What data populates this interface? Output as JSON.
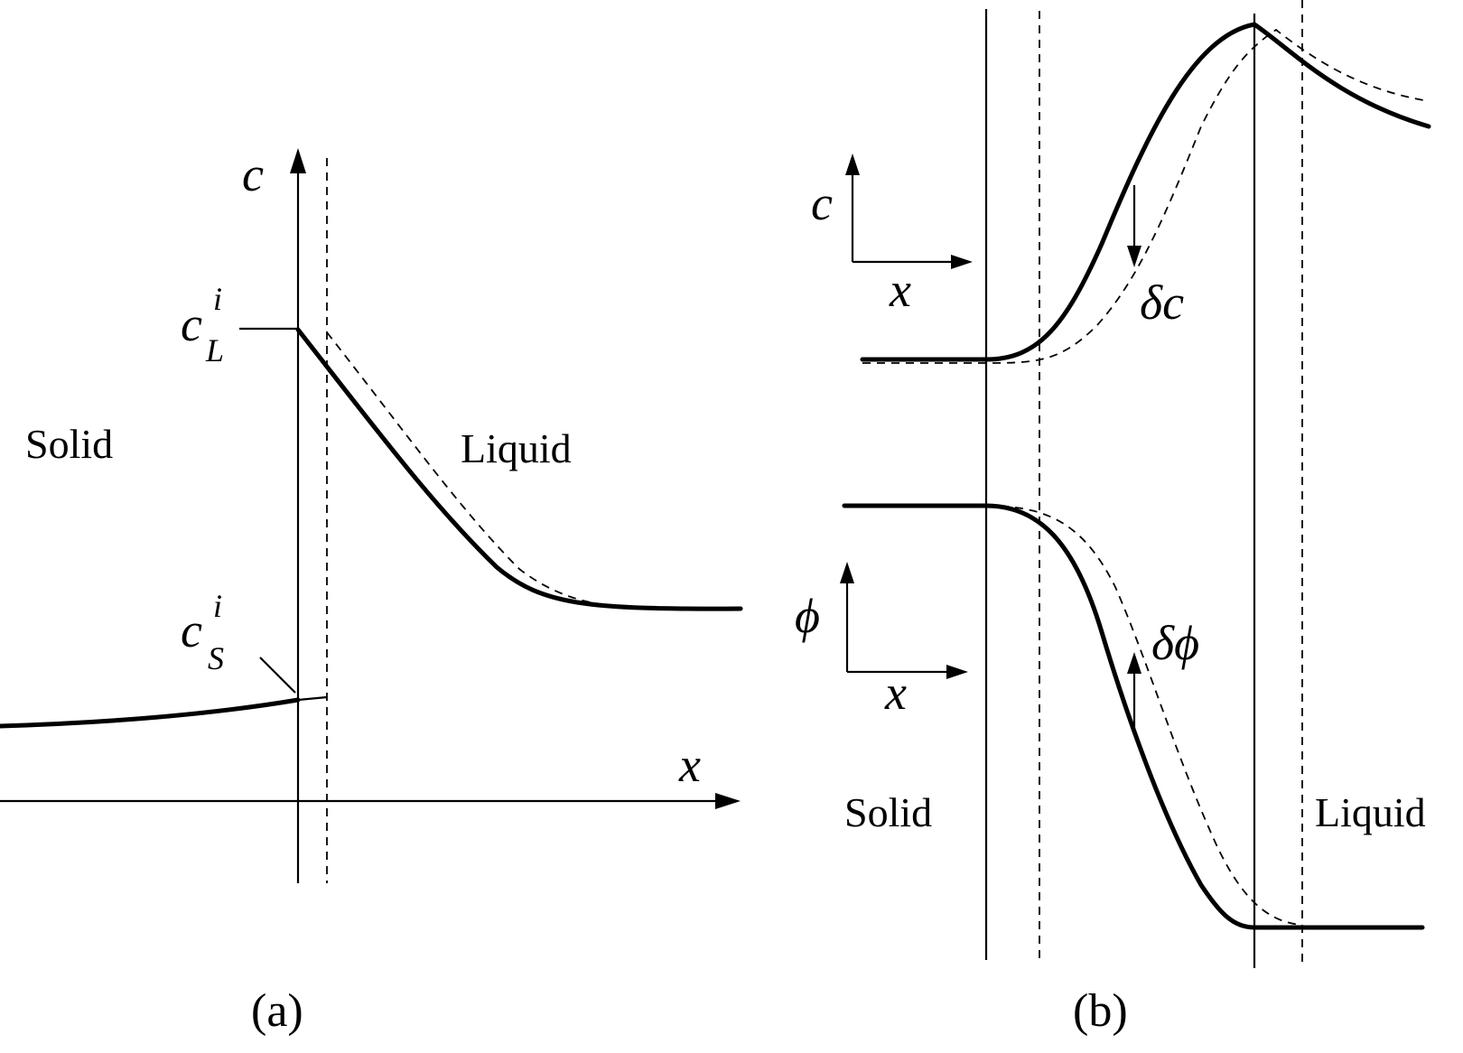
{
  "panel_a": {
    "axis_y_label": "c",
    "axis_x_label": "x",
    "cL_base": "c",
    "cL_sup": "i",
    "cL_sub": "L",
    "cS_base": "c",
    "cS_sup": "i",
    "cS_sub": "S",
    "solid_label": "Solid",
    "liquid_label": "Liquid",
    "caption": "(a)"
  },
  "panel_b": {
    "c_axis_y_label": "c",
    "c_axis_x_label": "x",
    "phi_axis_y_label": "ϕ",
    "phi_axis_x_label": "x",
    "delta_c_label": "δc",
    "delta_phi_label": "δϕ",
    "solid_label": "Solid",
    "liquid_label": "Liquid",
    "caption": "(b)"
  }
}
